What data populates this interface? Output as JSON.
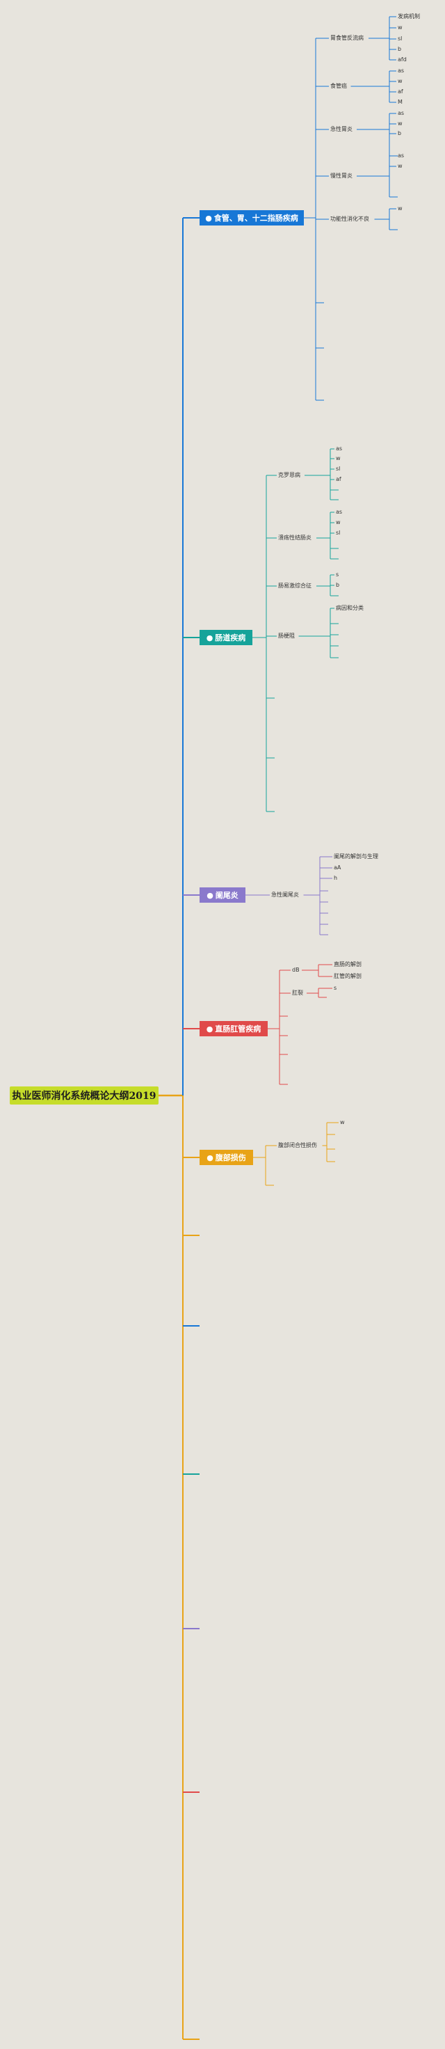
{
  "root": {
    "title": "执业医师消化系统概论大纲2019"
  },
  "colors": {
    "blue": "#1777d6",
    "teal": "#16a39a",
    "purple": "#8a79cc",
    "red": "#e04a4a",
    "orange": "#e8a317",
    "root": "#c6dc2a"
  },
  "branches": [
    {
      "label": "食管、胃、十二指肠疾病",
      "icon": "stomach-icon",
      "color": "#1777d6",
      "children": [
        {
          "label": "胃食管反流病",
          "children": [
            "发病机制",
            "w",
            "sl",
            "b",
            "afd"
          ]
        },
        {
          "label": "食管癌",
          "children": [
            "as",
            "w",
            "af",
            "M"
          ]
        },
        {
          "label": "急性胃炎",
          "children": [
            "as",
            "w",
            "b"
          ]
        },
        {
          "label": "慢性胃炎",
          "children": [
            "as",
            "w"
          ]
        },
        {
          "label": "功能性消化不良",
          "children": [
            "w"
          ]
        }
      ]
    },
    {
      "label": "肠道疾病",
      "icon": "intestine-icon",
      "color": "#16a39a",
      "children": [
        {
          "label": "克罗恩病",
          "children": [
            "as",
            "w",
            "sl",
            "af"
          ]
        },
        {
          "label": "溃疡性结肠炎",
          "children": [
            "as",
            "w",
            "sl"
          ]
        },
        {
          "label": "肠易激综合征",
          "children": [
            "s",
            "b"
          ]
        },
        {
          "label": "肠梗阻",
          "children": [
            "病因和分类"
          ]
        }
      ]
    },
    {
      "label": "阑尾炎",
      "icon": "appendix-icon",
      "color": "#8a79cc",
      "children": [
        {
          "label": "急性阑尾炎",
          "children": [
            "阑尾的解剖与生理",
            "aA",
            "h"
          ]
        }
      ]
    },
    {
      "label": "直肠肛管疾病",
      "icon": "rectum-icon",
      "color": "#e04a4a",
      "children": [
        {
          "label": "dB",
          "children": [
            "直肠的解剖",
            "肛管的解剖"
          ]
        },
        {
          "label": "肛裂",
          "children": [
            "s"
          ]
        }
      ]
    },
    {
      "label": "腹部损伤",
      "icon": "injury-icon",
      "color": "#e8a317",
      "children": [
        {
          "label": "腹部闭合性损伤",
          "children": [
            "w"
          ]
        }
      ]
    }
  ]
}
